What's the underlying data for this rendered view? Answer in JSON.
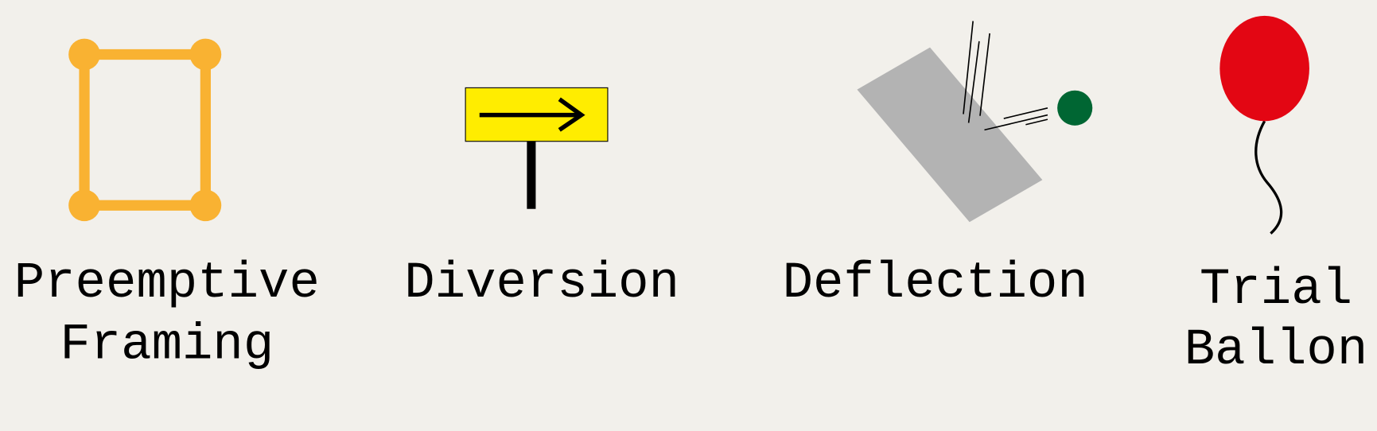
{
  "items": [
    {
      "label_lines": [
        "Preemptive",
        "Framing"
      ],
      "icon": "frame-corners-icon"
    },
    {
      "label_lines": [
        "Diversion"
      ],
      "icon": "signpost-arrow-icon"
    },
    {
      "label_lines": [
        "Deflection"
      ],
      "icon": "deflect-shield-icon"
    },
    {
      "label_lines": [
        "Trial",
        "Ballon"
      ],
      "icon": "balloon-icon"
    }
  ],
  "colors": {
    "background": "#F2F0EB",
    "frame": "#F9B232",
    "sign": "#FFED00",
    "shield": "#B3B3B3",
    "ball": "#006633",
    "balloon": "#E30613"
  }
}
